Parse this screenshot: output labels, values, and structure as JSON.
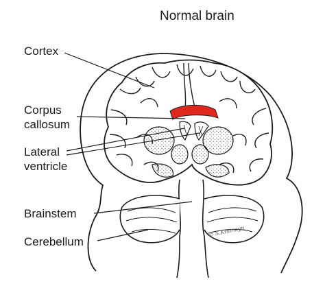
{
  "title": "Normal brain",
  "labels": {
    "cortex": "Cortex",
    "corpus_line1": "Corpus",
    "corpus_line2": "callosum",
    "lateral_line1": "Lateral",
    "lateral_line2": "ventricle",
    "brainstem": "Brainstem",
    "cerebellum": "Cerebellum"
  },
  "signature": "© S.Kinmayn",
  "colors": {
    "outline": "#1a1a1a",
    "corpus_callosum": "#e0271d",
    "background": "#ffffff"
  }
}
